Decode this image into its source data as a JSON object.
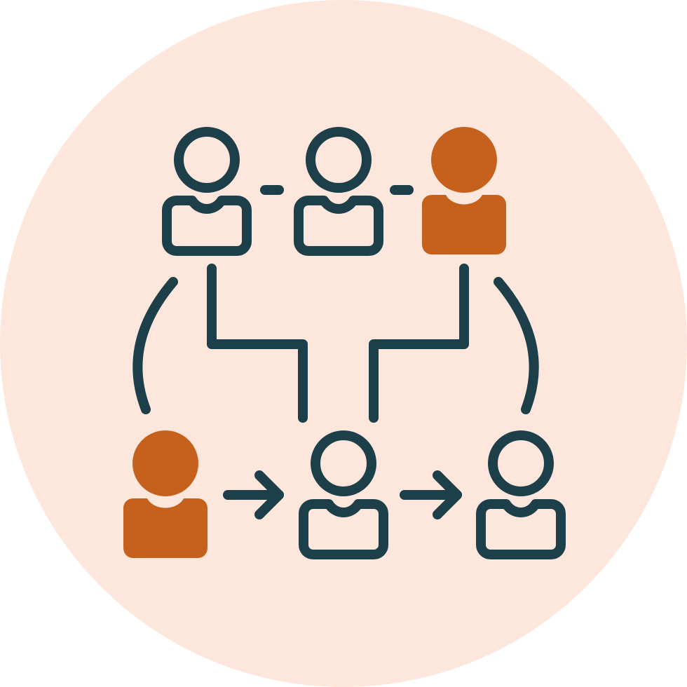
{
  "icon": {
    "name": "team-workflow-network-icon",
    "colors": {
      "background_circle": "#FDE7DD",
      "outline": "#1C3F4A",
      "accent": "#C6611D"
    },
    "people": [
      {
        "id": "top-left",
        "style": "outline"
      },
      {
        "id": "top-center",
        "style": "outline"
      },
      {
        "id": "top-right",
        "style": "filled"
      },
      {
        "id": "bottom-left",
        "style": "filled"
      },
      {
        "id": "bottom-center",
        "style": "outline"
      },
      {
        "id": "bottom-right",
        "style": "outline"
      }
    ]
  }
}
